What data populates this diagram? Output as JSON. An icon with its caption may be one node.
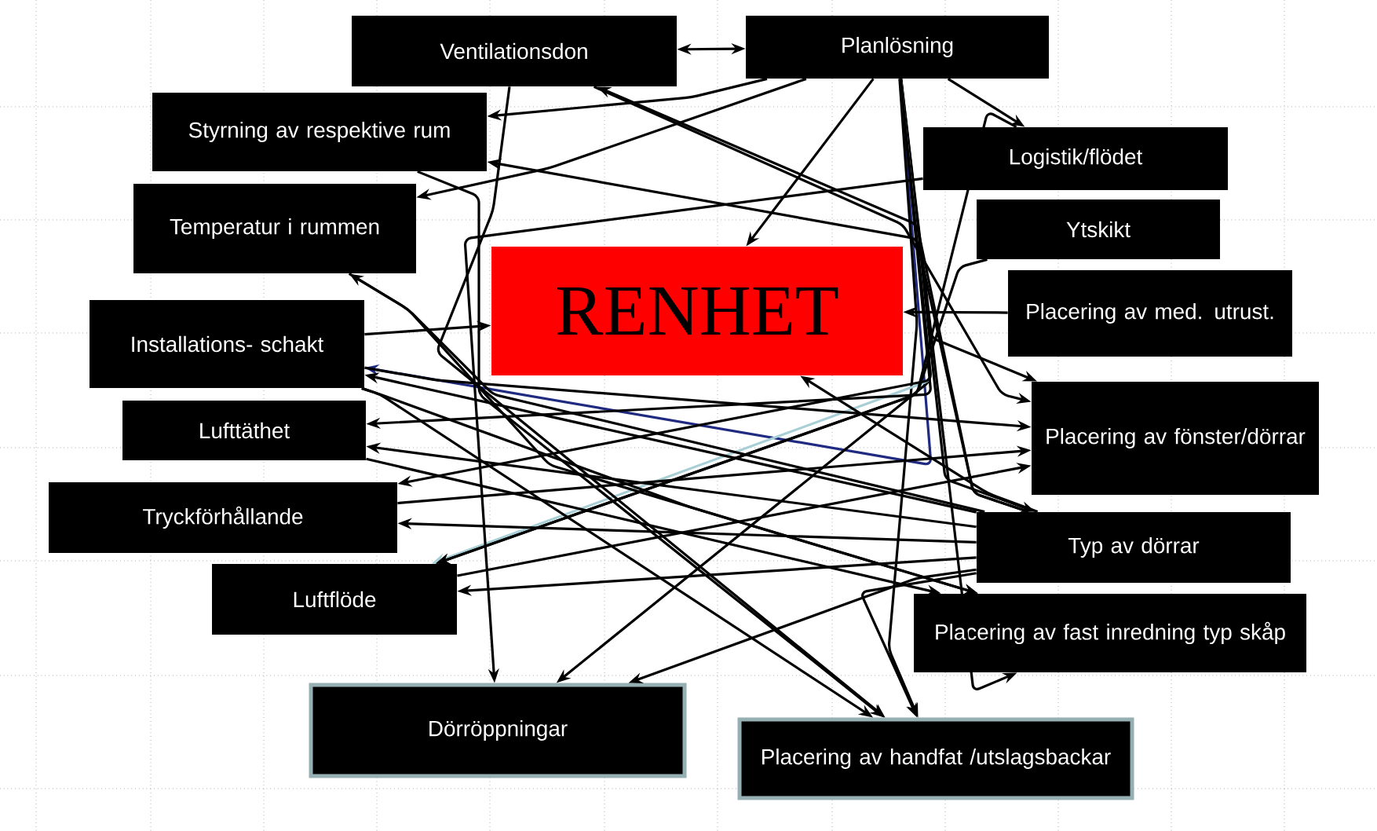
{
  "diagram": {
    "nodes": [
      {
        "text": [
          "RENHET"
        ]
      },
      {
        "text": [
          "Ventilationsdon"
        ]
      },
      {
        "text": [
          "Planlösning"
        ]
      },
      {
        "text": [
          "Styrning av respektive rum"
        ]
      },
      {
        "text": [
          "Logistik/flödet"
        ]
      },
      {
        "text": [
          "Temperatur i rummen"
        ]
      },
      {
        "text": [
          "Ytskikt"
        ]
      },
      {
        "text": [
          "Installations- schakt"
        ]
      },
      {
        "text": [
          "Placering av med. utrust."
        ]
      },
      {
        "text": [
          "Lufttäthet"
        ]
      },
      {
        "text": [
          "Placering av fönster/dörrar"
        ]
      },
      {
        "text": [
          "Tryckförhållande"
        ]
      },
      {
        "text": [
          "Typ av dörrar"
        ]
      },
      {
        "text": [
          "Luftflöde"
        ]
      },
      {
        "text": [
          "Placering av fast inredning typ skåp"
        ]
      },
      {
        "text": [
          "Dörröppningar"
        ]
      },
      {
        "text": [
          "Placering av handfat /utslagsbackar"
        ]
      }
    ],
    "edges": [
      {
        "from": 2,
        "to": 1,
        "arrow": "both"
      },
      {
        "from": 2,
        "to": 4,
        "arrow": "to"
      },
      {
        "from": 2,
        "to": 3,
        "arrow": "to"
      },
      {
        "from": 2,
        "to": 5,
        "arrow": "to"
      },
      {
        "from": 2,
        "to": 0,
        "arrow": "to"
      },
      {
        "from": 2,
        "to": 7,
        "arrow": "to",
        "color": "#1f2a80"
      },
      {
        "from": 2,
        "to": 16,
        "arrow": "to"
      },
      {
        "from": 2,
        "to": 14,
        "arrow": "to"
      },
      {
        "from": 2,
        "to": 12,
        "arrow": "to"
      },
      {
        "from": 2,
        "to": 10,
        "arrow": "to"
      },
      {
        "from": 2,
        "to": 15,
        "arrow": "to"
      },
      {
        "from": 2,
        "to": 13,
        "arrow": "to",
        "color": "#a8cfd6"
      },
      {
        "from": 2,
        "to": 11,
        "arrow": "to"
      },
      {
        "from": 2,
        "to": 9,
        "arrow": "to"
      },
      {
        "from": 12,
        "to": 1,
        "arrow": "to"
      },
      {
        "from": 12,
        "to": 3,
        "arrow": "to"
      },
      {
        "from": 12,
        "to": 5,
        "arrow": "to"
      },
      {
        "from": 12,
        "to": 7,
        "arrow": "to"
      },
      {
        "from": 12,
        "to": 9,
        "arrow": "to"
      },
      {
        "from": 12,
        "to": 11,
        "arrow": "to"
      },
      {
        "from": 12,
        "to": 13,
        "arrow": "to"
      },
      {
        "from": 12,
        "to": 15,
        "arrow": "to"
      },
      {
        "from": 12,
        "to": 16,
        "arrow": "to"
      },
      {
        "from": 12,
        "to": 0,
        "arrow": "to"
      },
      {
        "from": 7,
        "to": 0,
        "arrow": "to"
      },
      {
        "from": 7,
        "to": 10,
        "arrow": "to"
      },
      {
        "from": 7,
        "to": 14,
        "arrow": "to"
      },
      {
        "from": 7,
        "to": 16,
        "arrow": "to"
      },
      {
        "from": 1,
        "to": 16,
        "arrow": "to"
      },
      {
        "from": 1,
        "to": 10,
        "arrow": "to"
      },
      {
        "from": 8,
        "to": 0,
        "arrow": "to"
      },
      {
        "from": 4,
        "to": 15,
        "arrow": "to"
      },
      {
        "from": 4,
        "to": 13,
        "arrow": "to"
      },
      {
        "from": 6,
        "to": 13,
        "arrow": "to"
      },
      {
        "from": 3,
        "to": 16,
        "arrow": "to"
      },
      {
        "from": 5,
        "to": 14,
        "arrow": "to"
      },
      {
        "from": 11,
        "to": 10,
        "arrow": "to"
      },
      {
        "from": 13,
        "to": 10,
        "arrow": "to"
      },
      {
        "from": 9,
        "to": 14,
        "arrow": "to"
      }
    ]
  }
}
